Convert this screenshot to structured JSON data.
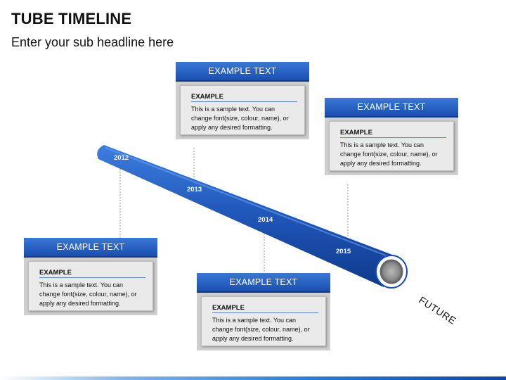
{
  "header": {
    "title": "TUBE TIMELINE",
    "subtitle": "Enter your sub headline here"
  },
  "timeline": {
    "years": [
      "2012",
      "2013",
      "2014",
      "2015"
    ],
    "future_label": "FUTURE"
  },
  "cards": [
    {
      "header": "EXAMPLE TEXT",
      "label": "EXAMPLE",
      "text": "This is a sample text. You can change font(size, colour, name), or apply any desired formatting."
    },
    {
      "header": "EXAMPLE TEXT",
      "label": "EXAMPLE",
      "text": "This is a sample text. You can change font(size, colour, name), or apply any desired formatting."
    },
    {
      "header": "EXAMPLE TEXT",
      "label": "EXAMPLE",
      "text": "This is a sample text. You can change font(size, colour, name), or apply any desired formatting."
    },
    {
      "header": "EXAMPLE TEXT",
      "label": "EXAMPLE",
      "text": "This is a sample text. You can change font(size, colour, name), or apply any desired formatting."
    }
  ],
  "colors": {
    "tube": "#1a4fb0",
    "card_header": "#2a63c4",
    "card_body": "#cfcfcf"
  }
}
